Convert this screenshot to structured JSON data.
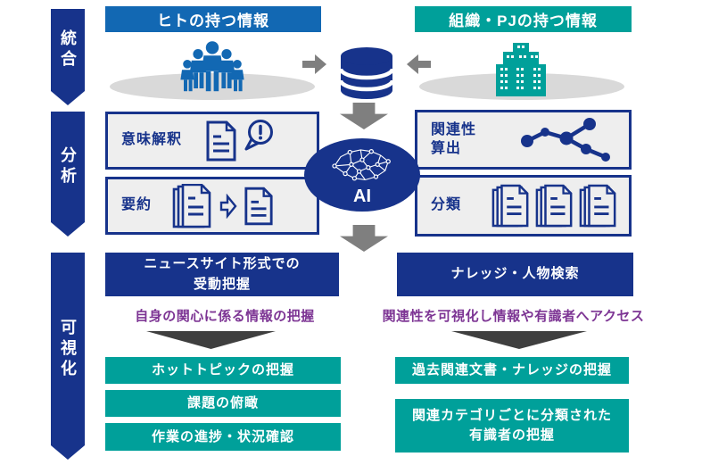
{
  "colors": {
    "navy": "#17338b",
    "blue": "#1268b3",
    "teal": "#00a09a",
    "light_box_fill": "#eeeeee",
    "shadow_gray": "#d9d9d9",
    "arrow_gray": "#7f7f7f",
    "arrow_dark": "#3f3f3f",
    "purple": "#7d3594"
  },
  "stages": [
    {
      "id": "integration",
      "label": "統合"
    },
    {
      "id": "analysis",
      "label": "分析"
    },
    {
      "id": "visualization",
      "label": "可視化"
    }
  ],
  "integration": {
    "human_header": "ヒトの持つ情報",
    "org_header": "組織・PJの持つ情報",
    "icons": {
      "human": "people-group-icon",
      "org": "building-icon",
      "center": "database-icon"
    }
  },
  "analysis": {
    "ai_label": "AI",
    "ai_icon": "neural-network-brain-icon",
    "boxes": [
      {
        "label": "意味解釈",
        "icon": "document-alert-icon"
      },
      {
        "label": "要約",
        "icon": "documents-summarize-icon"
      },
      {
        "label_line1": "関連性",
        "label_line2": "算出",
        "icon": "network-graph-icon"
      },
      {
        "label": "分類",
        "icon": "document-stacks-icon"
      }
    ]
  },
  "visualization": {
    "left": {
      "header_lines": [
        "ニュースサイト形式での",
        "受動把握"
      ],
      "caption": "自身の関心に係る情報の把握",
      "items": [
        {
          "lines": [
            "ホットトピックの把握"
          ]
        },
        {
          "lines": [
            "課題の俯瞰"
          ]
        },
        {
          "lines": [
            "作業の進捗・状況確認"
          ]
        }
      ]
    },
    "right": {
      "header_lines": [
        "ナレッジ・人物検索"
      ],
      "caption": "関連性を可視化し情報や有識者へアクセス",
      "items": [
        {
          "lines": [
            "過去関連文書・ナレッジの把握"
          ]
        },
        {
          "lines": [
            "関連カテゴリごとに分類された",
            "有識者の把握"
          ]
        }
      ]
    }
  }
}
